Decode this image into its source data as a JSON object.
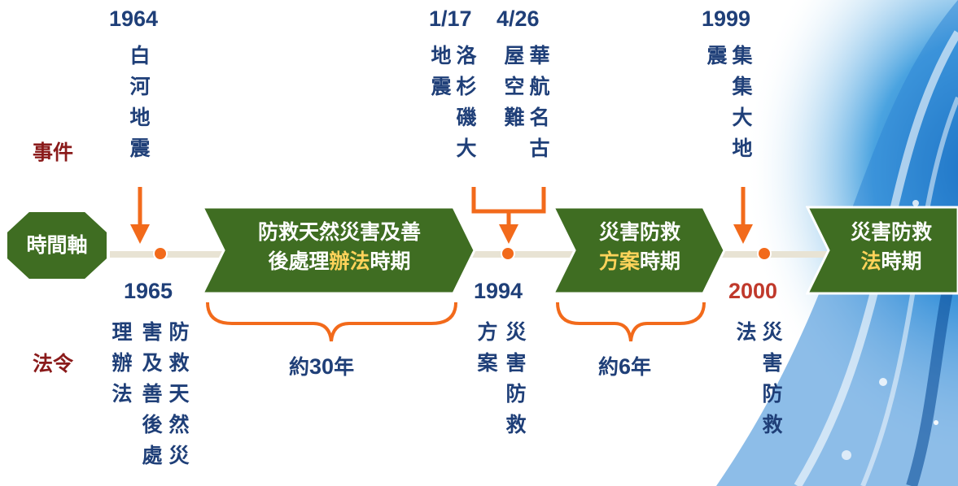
{
  "colors": {
    "text_blue": "#1f3f78",
    "label_red": "#8a1a1a",
    "arrow_orange": "#f26a1b",
    "box_green": "#3f6d22",
    "highlight": "#ffd35a",
    "year_2000": "#c0392b"
  },
  "side_labels": {
    "events": "事件",
    "laws": "法令"
  },
  "timeline_start": "時間軸",
  "events": [
    {
      "year": "1964",
      "text_cols": [
        "白河地震"
      ]
    },
    {
      "year": "1/17",
      "text_cols": [
        "地震",
        "洛杉磯大"
      ]
    },
    {
      "year": "4/26",
      "text_cols": [
        "屋空難",
        "華航名古"
      ]
    },
    {
      "year": "1999",
      "text_cols": [
        "震",
        "集集大地"
      ]
    }
  ],
  "laws": [
    {
      "year": "1965",
      "text_cols": [
        "理辦法",
        "害及善後處",
        "防救天然災"
      ]
    },
    {
      "year": "1994",
      "text_cols": [
        "方案",
        "災害防救"
      ]
    },
    {
      "year": "2000",
      "text_cols": [
        "法",
        "災害防救"
      ]
    }
  ],
  "periods": [
    {
      "line1": "防救天然災害及善",
      "line2_pre": "後處理",
      "line2_hl": "辦法",
      "line2_post": "時期"
    },
    {
      "line1": "災害防救",
      "line2_pre": "",
      "line2_hl": "方案",
      "line2_post": "時期"
    },
    {
      "line1": "災害防救",
      "line2_pre": "",
      "line2_hl": "法",
      "line2_post": "時期"
    }
  ],
  "durations": [
    {
      "pre": "約",
      "num": "30",
      "post": "年"
    },
    {
      "pre": "約",
      "num": "6",
      "post": "年"
    }
  ]
}
